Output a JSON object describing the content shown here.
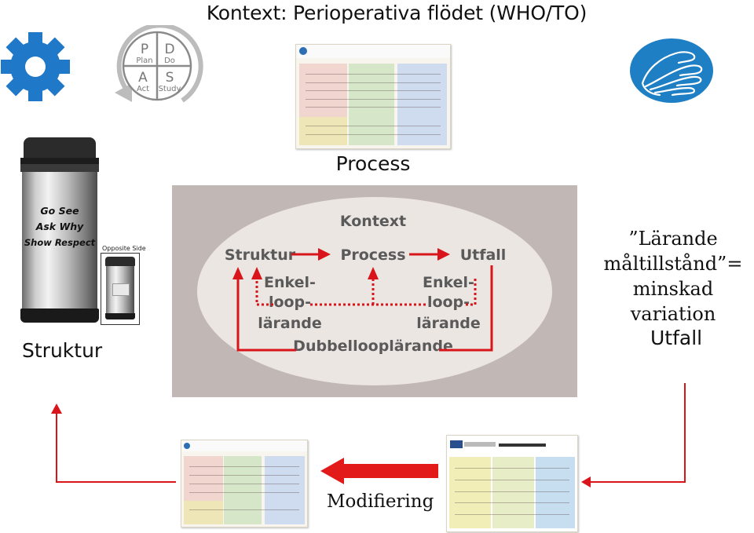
{
  "title": "Kontext: Perioperativa flödet (WHO/TO)",
  "icons": {
    "gear": "gear-icon",
    "pdsa": "pdsa-cycle-icon",
    "hand": "hand-icon"
  },
  "pdsa": {
    "p": "P",
    "plan": "Plan",
    "d": "D",
    "do": "Do",
    "a": "A",
    "act": "Act",
    "s": "S",
    "study": "Study"
  },
  "labels": {
    "process": "Process",
    "struktur": "Struktur",
    "larande_line1": "”Lärande",
    "larande_line2": "måltillstånd”=",
    "larande_line3": "minskad variation",
    "utfall": "Utfall",
    "modifiering": "Modifiering"
  },
  "mug": {
    "line1": "Go See",
    "line2": "Ask Why",
    "line3": "Show Respect",
    "opposite_side": "Opposite Side"
  },
  "diagram": {
    "kontext": "Kontext",
    "struktur": "Struktur",
    "process": "Process",
    "utfall": "Utfall",
    "enkel_left_1": "Enkel-",
    "enkel_left_2": "loop-",
    "enkel_left_3": "lärande",
    "enkel_right_1": "Enkel-",
    "enkel_right_2": "loop-",
    "enkel_right_3": "lärande",
    "dubbel": "Dubbellooplärande"
  },
  "colors": {
    "arrow_red": "#d9151b",
    "gear_blue": "#1f78c8",
    "hand_blue": "#1f7fc4",
    "panel_bg": "#c1b7b4",
    "ellipse_bg": "#ebe6e1",
    "diagram_text": "#5a5a5a"
  }
}
